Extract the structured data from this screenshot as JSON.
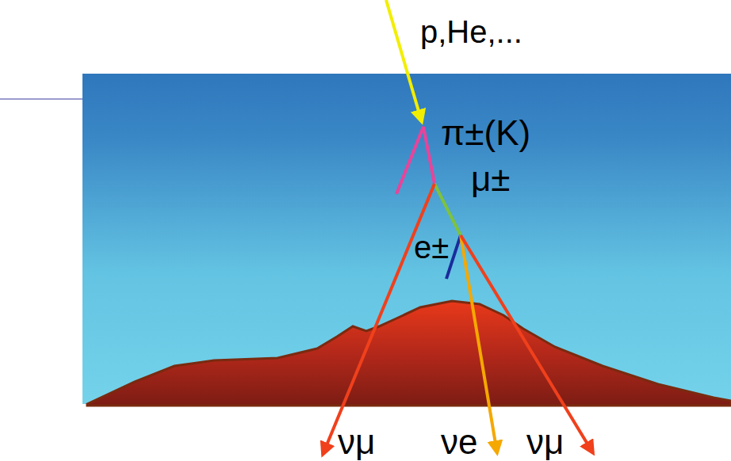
{
  "diagram": {
    "labels": [
      "p,He,...",
      "π±(K)",
      "μ±",
      "e±",
      "νμ",
      "νe",
      "νμ"
    ]
  }
}
